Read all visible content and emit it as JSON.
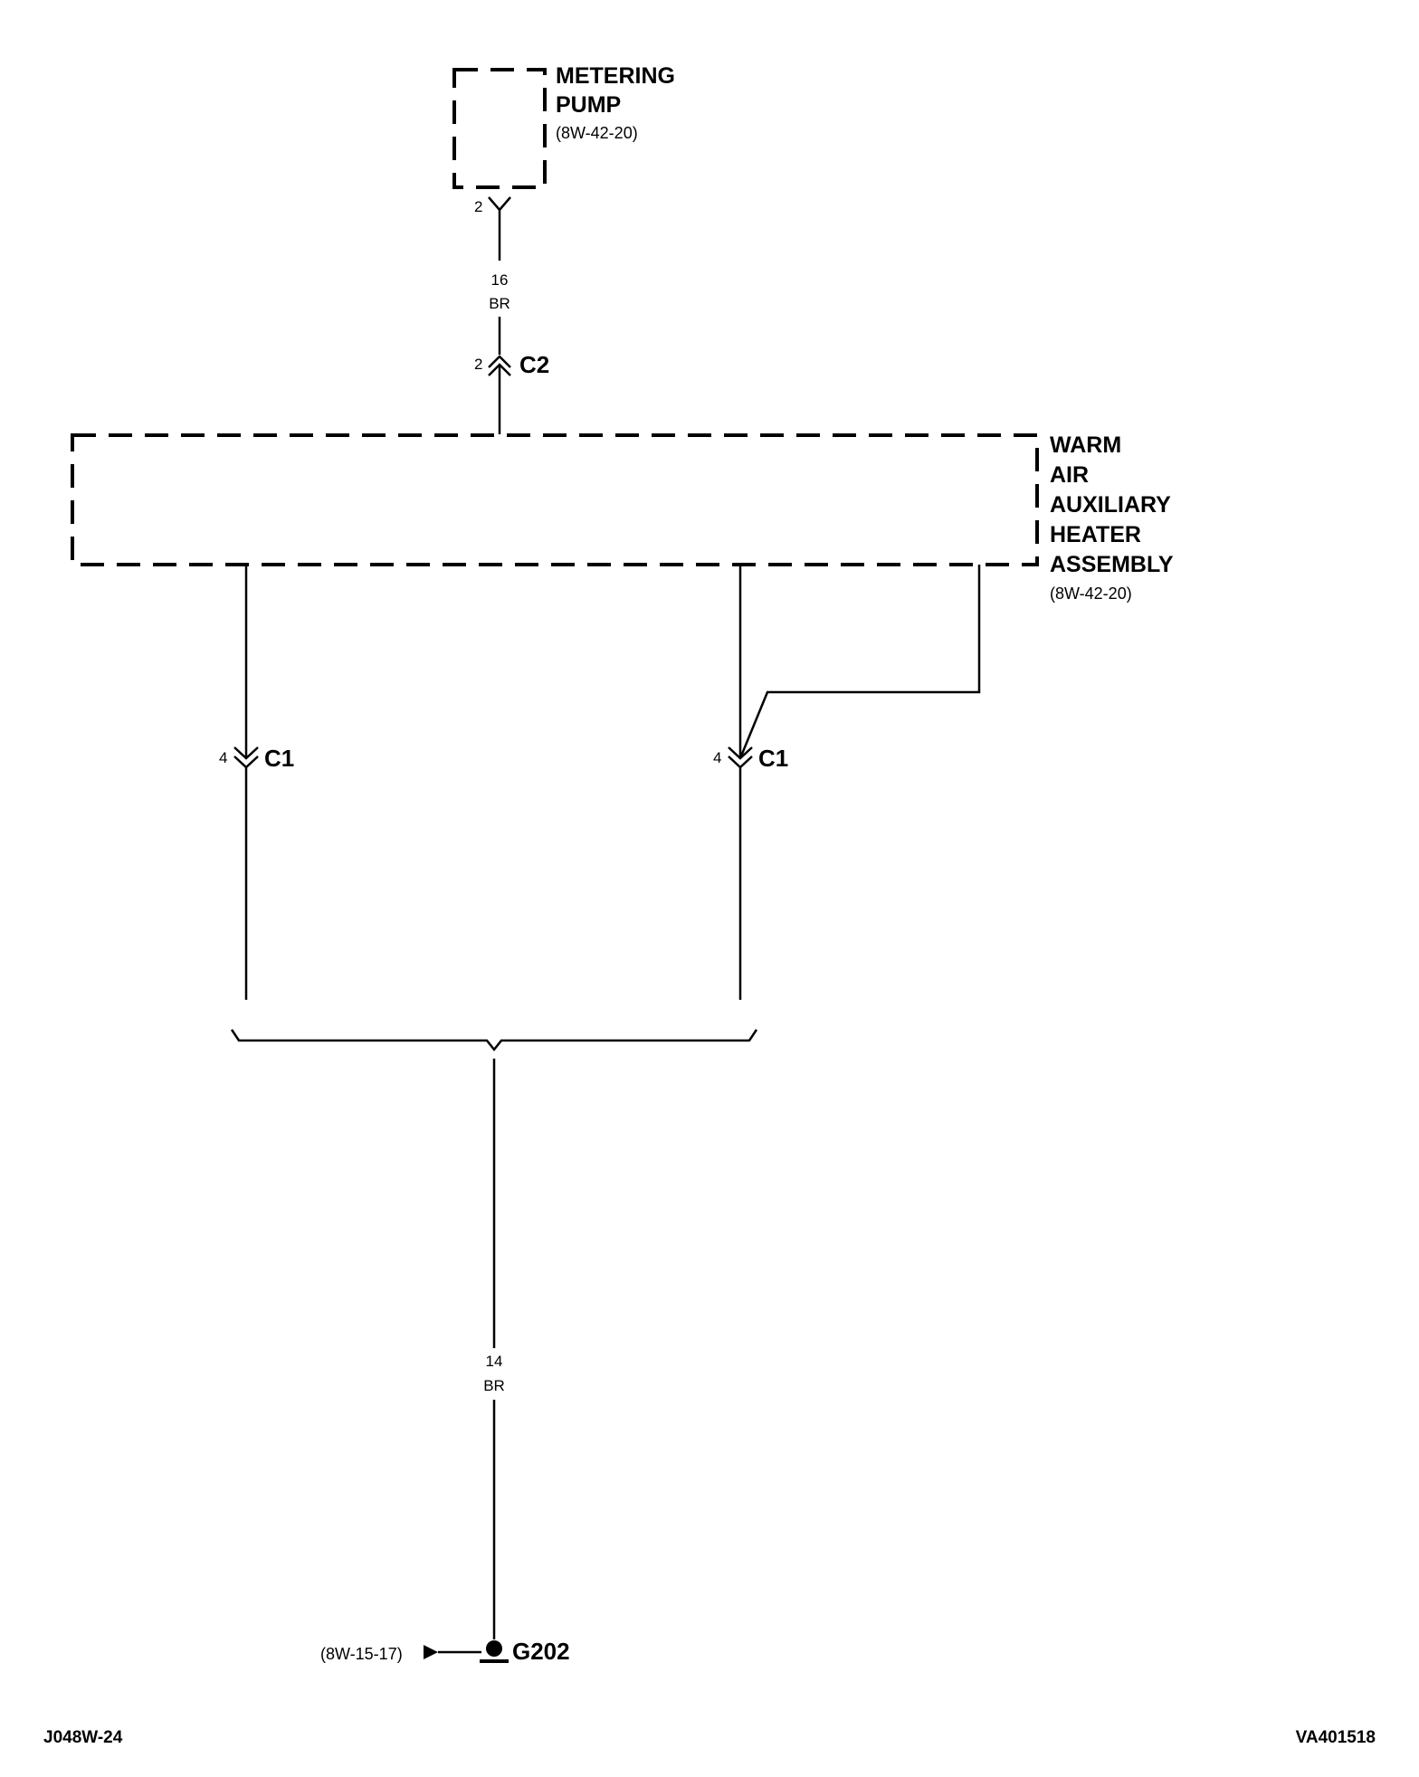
{
  "components": {
    "metering_pump": {
      "name_line1": "METERING",
      "name_line2": "PUMP",
      "ref": "(8W-42-20)",
      "pin": "2"
    },
    "heater_assembly": {
      "name_line1": "WARM",
      "name_line2": "AIR",
      "name_line3": "AUXILIARY",
      "name_line4": "HEATER",
      "name_line5": "ASSEMBLY",
      "ref": "(8W-42-20)"
    }
  },
  "wires": {
    "upper": {
      "gauge": "16",
      "color": "BR"
    },
    "lower": {
      "gauge": "14",
      "color": "BR"
    }
  },
  "connectors": {
    "c2": {
      "name": "C2",
      "pin": "2"
    },
    "c1_left": {
      "name": "C1",
      "pin": "4"
    },
    "c1_right": {
      "name": "C1",
      "pin": "4"
    }
  },
  "ground": {
    "name": "G202",
    "ref": "(8W-15-17)"
  },
  "footer": {
    "left_code": "J048W-24",
    "right_code": "VA401518"
  }
}
